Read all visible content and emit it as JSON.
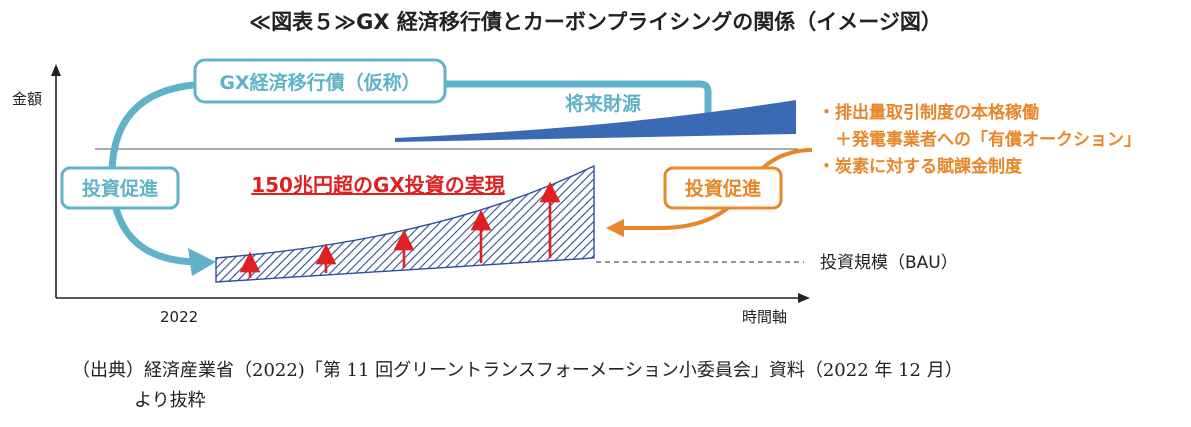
{
  "title": "≪図表５≫GX 経済移行債とカーボンプライシングの関係（イメージ図）",
  "diagram": {
    "y_axis_label": "金額",
    "x_axis_label": "時間軸",
    "x_tick": "2022",
    "bond_label": "GX経済移行債（仮称）",
    "future_funding_label": "将来財源",
    "left_box_label": "投資促進",
    "right_box_label": "投資促進",
    "investment_label": "150兆円超のGX投資の実現",
    "bau_label": "投資規模（BAU）",
    "policies": [
      "・排出量取引制度の本格稼働",
      "　＋発電事業者への「有償オークション」",
      "・炭素に対する賦課金制度"
    ],
    "colors": {
      "bond_arc": "#5fb2c8",
      "future_funding": "#3b6ab4",
      "hatch": "#2d4f9a",
      "arrows": "#e02020",
      "investment_text": "#e02020",
      "orange": "#e8862a",
      "orange_text": "#e8862a"
    }
  },
  "source": {
    "line1": "（出典）経済産業省（2022)「第 11 回グリーントランスフォーメーション小委員会」資料（2022 年 12 月）",
    "line2": "より抜粋"
  }
}
